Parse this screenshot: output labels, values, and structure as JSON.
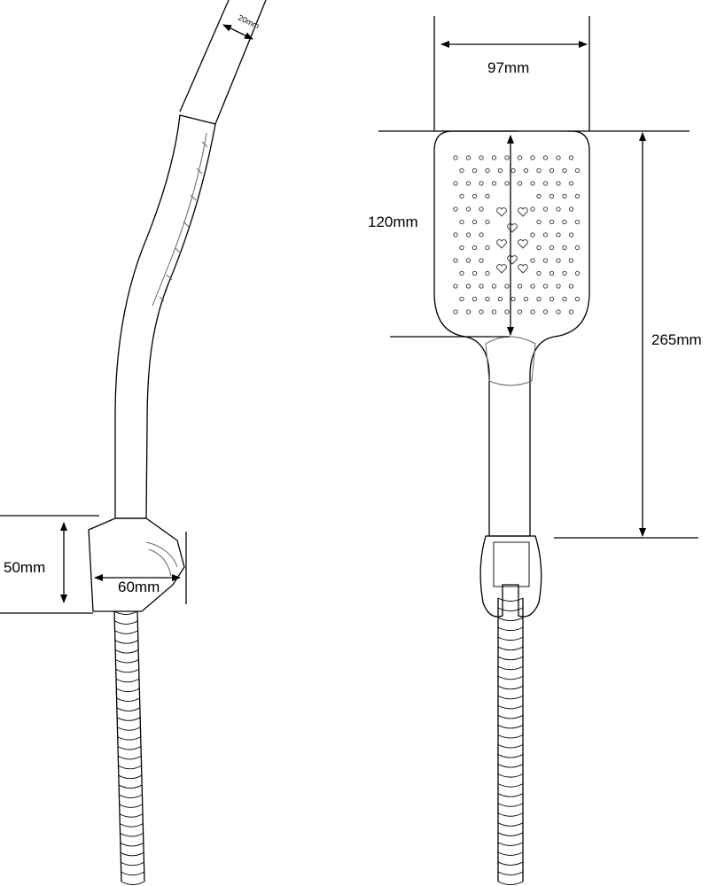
{
  "dimensions": {
    "handle_diameter": "20mm",
    "head_width": "97mm",
    "head_height": "120mm",
    "total_height": "265mm",
    "bracket_height": "50mm",
    "bracket_depth": "60mm"
  },
  "colors": {
    "line": "#000000",
    "background": "#ffffff"
  }
}
